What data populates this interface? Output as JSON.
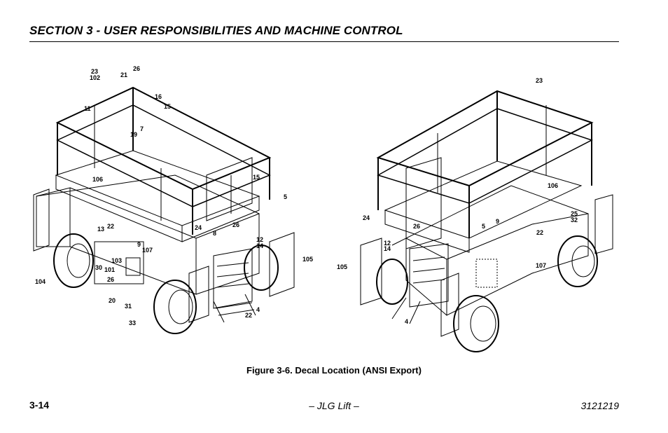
{
  "header": {
    "section_title": "SECTION 3 - USER RESPONSIBILITIES AND MACHINE CONTROL"
  },
  "figure": {
    "caption": "Figure 3-6. Decal Location (ANSI Export)",
    "left_view_callouts": [
      "23",
      "102",
      "21",
      "26",
      "11",
      "16",
      "15",
      "7",
      "19",
      "106",
      "15",
      "5",
      "13",
      "22",
      "24",
      "8",
      "26",
      "12",
      "14",
      "9",
      "107",
      "105",
      "30",
      "101",
      "103",
      "26",
      "104",
      "20",
      "31",
      "33",
      "22",
      "4"
    ],
    "right_view_callouts": [
      "23",
      "106",
      "24",
      "26",
      "5",
      "9",
      "25",
      "32",
      "22",
      "12",
      "14",
      "107",
      "105",
      "4"
    ]
  },
  "footer": {
    "page_number": "3-14",
    "center_text": "– JLG Lift –",
    "doc_number": "3121219"
  }
}
